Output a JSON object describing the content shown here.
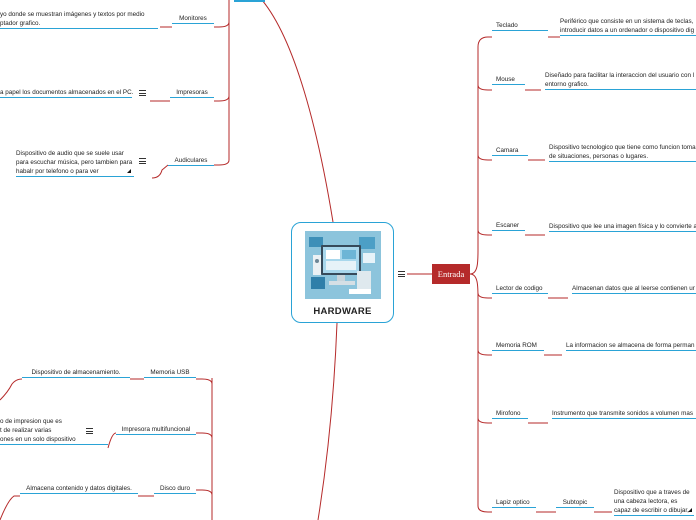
{
  "central": {
    "title": "HARDWARE"
  },
  "entrada": {
    "label": "Entrada"
  },
  "left_nodes": {
    "monitores": {
      "label": "Monitores",
      "desc": "yo donde se muestran imágenes y textos por medio\nptador grafico."
    },
    "impresoras": {
      "label": "Impresoras",
      "desc": "a papel los documentos almacenados en el PC."
    },
    "audiculares": {
      "label": "Audiculares",
      "desc": "Dispositivo de audio que se suele usar para escuchar música, pero tambien para habalr por telefono o para ver"
    },
    "memoria_usb": {
      "label": "Memoria USB",
      "desc": "Dispositivo de almacenamiento."
    },
    "impresora_multi": {
      "label": "Impresora multifuncional",
      "desc": "o de impresion que es\nt de realizar varias\nones en un solo dispositivo"
    },
    "disco_duro": {
      "label": "Disco duro",
      "desc": "Almacena contenido y datos digitales."
    }
  },
  "right_nodes": {
    "teclado": {
      "label": "Teclado",
      "desc": "Periférico que consiste en un sistema de teclas,\nintroducir datos a un ordenador o dispositivo dig"
    },
    "mouse": {
      "label": "Mouse",
      "desc": "Diseñado para facilitar la interaccion del usuario con l\nentorno grafico."
    },
    "camara": {
      "label": "Camara",
      "desc": "Dispositivo tecnologico que tiene como funcion toma\nde situaciones, personas o lugares."
    },
    "escaner": {
      "label": "Escaner",
      "desc": "Dispositivo que lee una imagen física y lo convierte a"
    },
    "lector": {
      "label": "Lector de codigo",
      "desc": "Almacenan datos que al leerse contienen ur"
    },
    "rom": {
      "label": "Memoria ROM",
      "desc": "La informacion se almacena de forma perman"
    },
    "mirofono": {
      "label": "Mirofono",
      "desc": "Instrumento que transmite sonidos a volumen mas"
    },
    "lapiz": {
      "label": "Lapiz optico",
      "subtopic": "Subtopic",
      "desc": "Dispositivo que a traves de una cabeza lectora, es capaz de escribir o dibujar,"
    }
  },
  "colors": {
    "branch": "#b52a2a",
    "underline": "#2aa3d6",
    "central_border": "#2aa3d6"
  },
  "icons": [
    "menu-icon",
    "collapse-triangle-icon",
    "hardware-illustration"
  ]
}
